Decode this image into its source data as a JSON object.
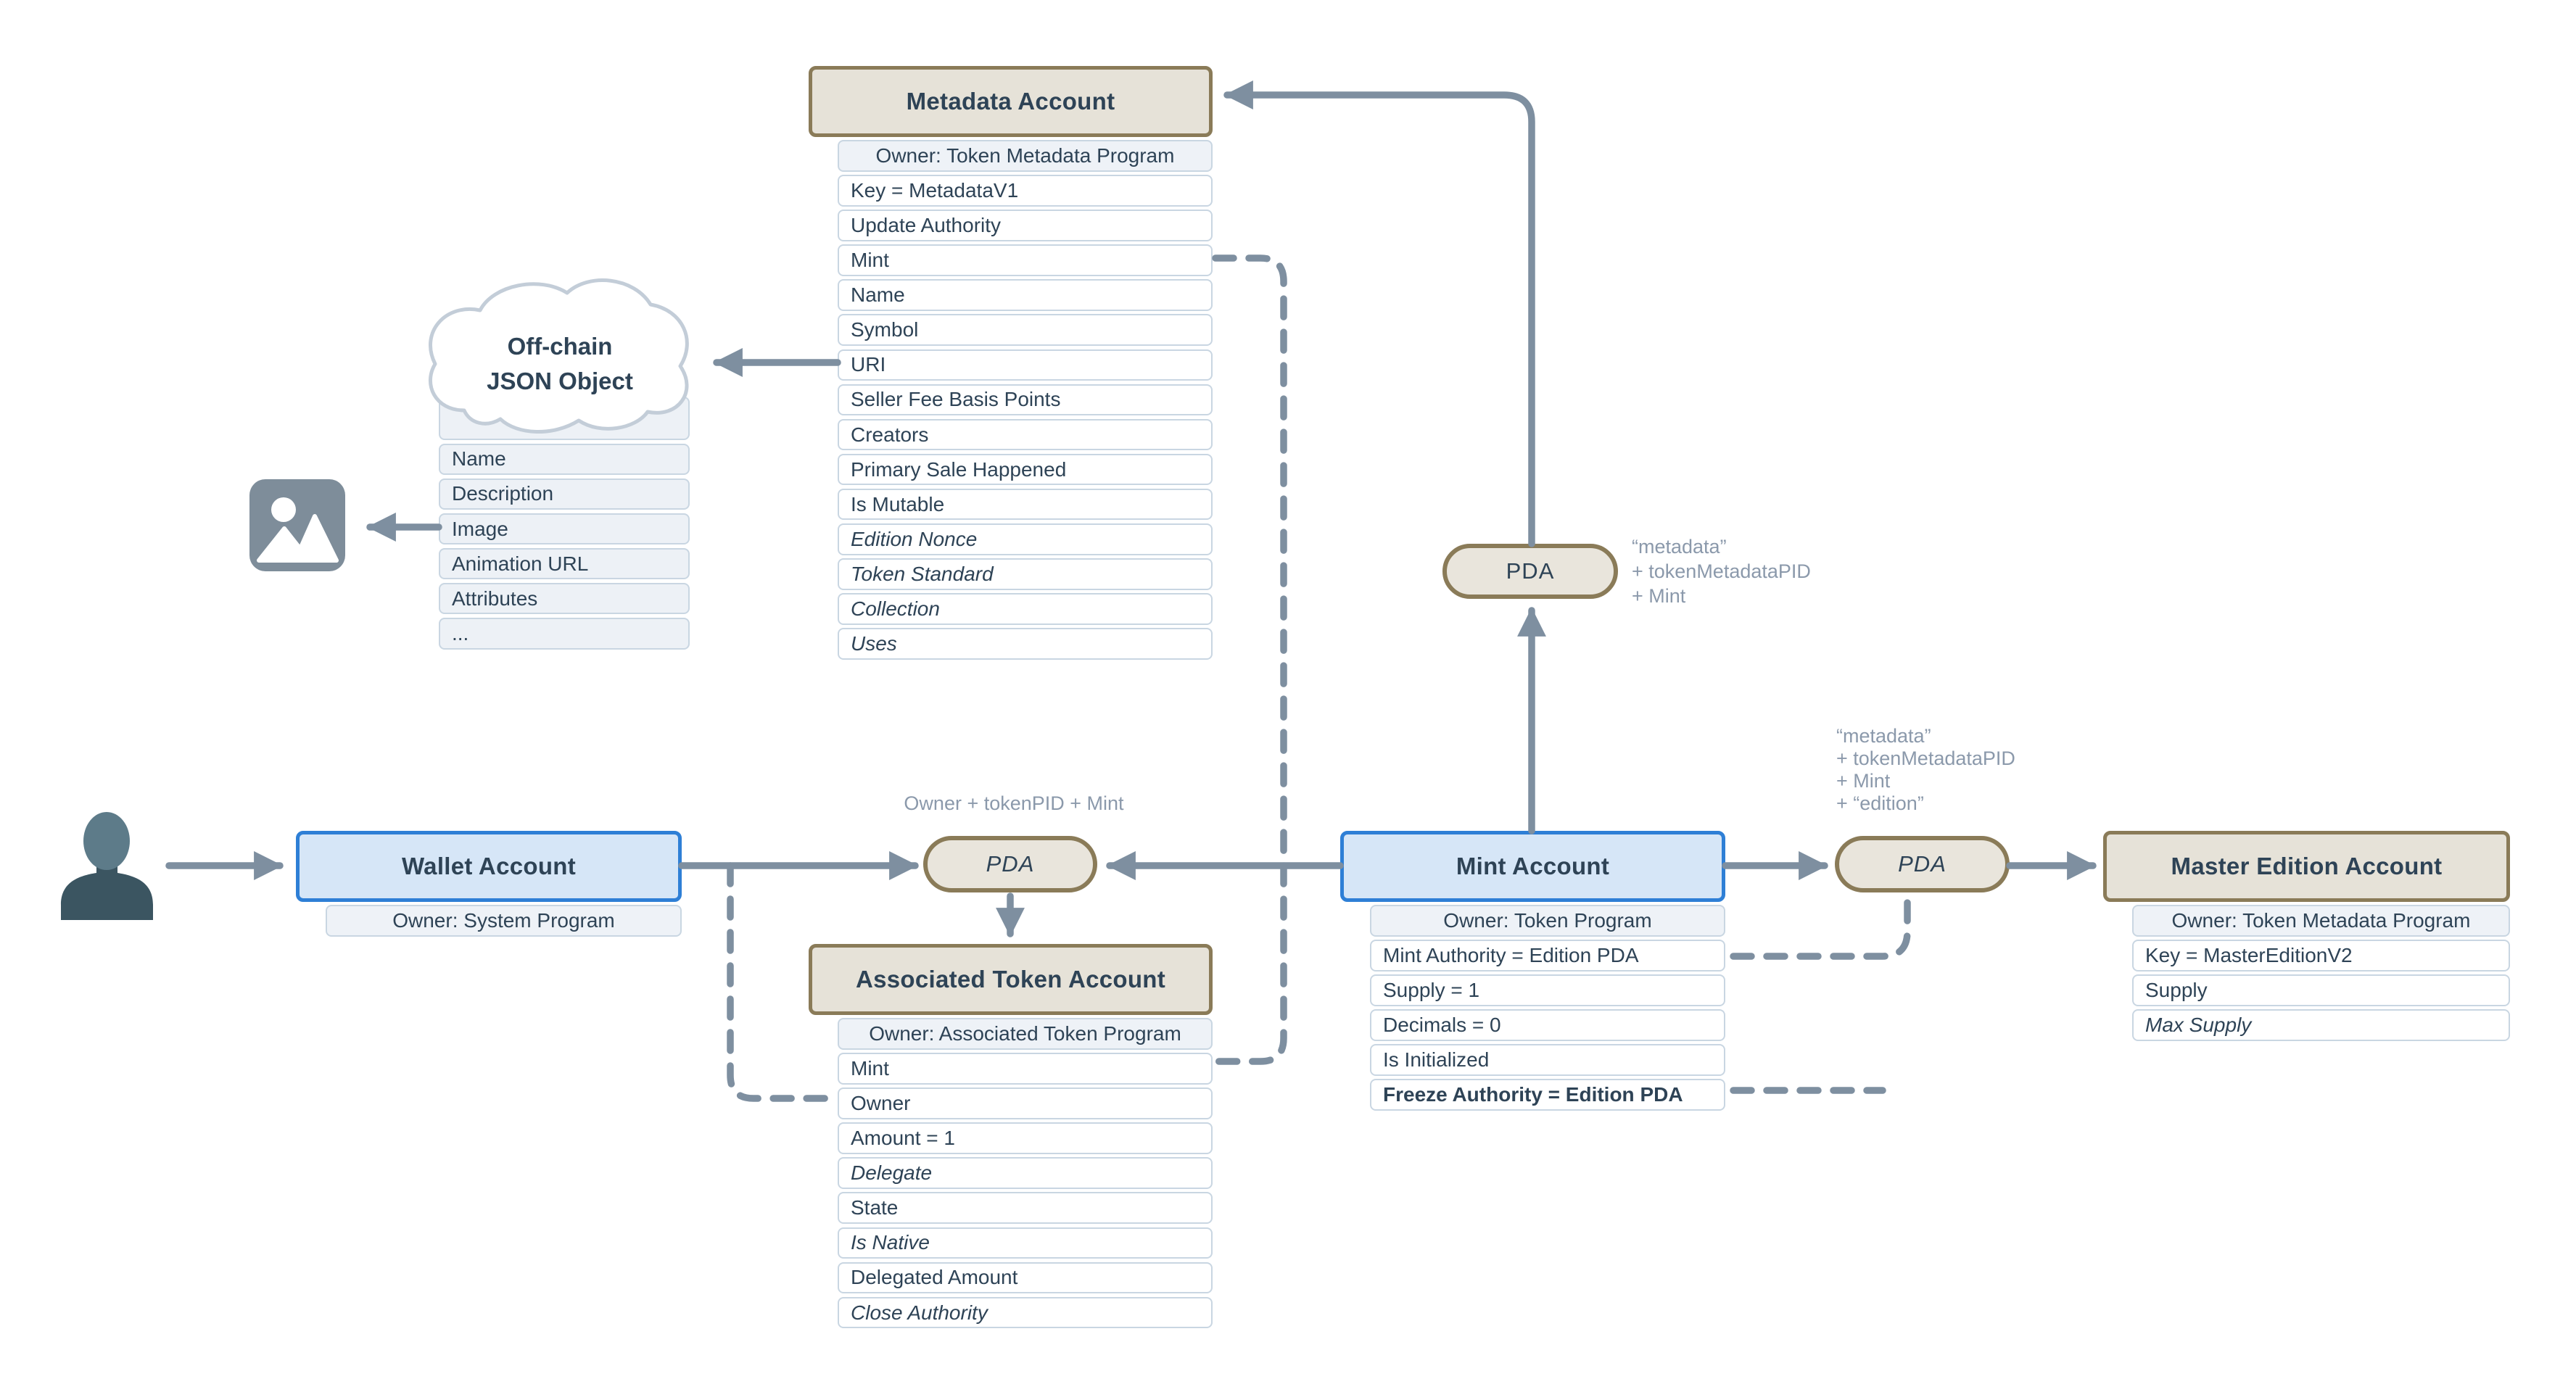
{
  "accounts": {
    "metadata": {
      "title": "Metadata Account",
      "owner": "Owner: Token Metadata Program",
      "fields": [
        "Key = MetadataV1",
        "Update Authority",
        "Mint",
        "Name",
        "Symbol",
        "URI",
        "Seller Fee Basis Points",
        "Creators",
        "Primary Sale Happened",
        "Is Mutable",
        "Edition Nonce",
        "Token Standard",
        "Collection",
        "Uses"
      ]
    },
    "wallet": {
      "title": "Wallet Account",
      "owner": "Owner: System Program"
    },
    "ata": {
      "title": "Associated Token Account",
      "owner": "Owner: Associated Token Program",
      "fields": [
        "Mint",
        "Owner",
        "Amount = 1",
        "Delegate",
        "State",
        "Is Native",
        "Delegated Amount",
        "Close Authority"
      ]
    },
    "mint": {
      "title": "Mint Account",
      "owner": "Owner: Token Program",
      "fields": [
        "Mint Authority = Edition PDA",
        "Supply = 1",
        "Decimals = 0",
        "Is Initialized",
        "Freeze Authority = Edition PDA"
      ]
    },
    "master_edition": {
      "title": "Master Edition Account",
      "owner": "Owner: Token Metadata Program",
      "fields": [
        "Key = MasterEditionV2",
        "Supply",
        "Max Supply"
      ]
    }
  },
  "off_chain": {
    "cloud_line1": "Off-chain",
    "cloud_line2": "JSON Object",
    "fields": [
      "Name",
      "Description",
      "Image",
      "Animation URL",
      "Attributes",
      "..."
    ]
  },
  "pdas": {
    "ata_pda": {
      "label": "PDA",
      "seed_label": "Owner + tokenPID + Mint"
    },
    "metadata_pda": {
      "label": "PDA",
      "seeds": [
        "“metadata”",
        "+ tokenMetadataPID",
        "+ Mint"
      ]
    },
    "edition_pda": {
      "label": "PDA",
      "seeds": [
        "“metadata”",
        "+ tokenMetadataPID",
        "+ Mint",
        "+ “edition”"
      ]
    }
  },
  "icons": {
    "user": "user-icon",
    "image": "image-icon"
  },
  "colors": {
    "tan_fill": "#e6e2d8",
    "tan_border": "#8a7b58",
    "blue_fill": "#d6e6f7",
    "blue_border": "#2e7fd6",
    "row_border": "#c9d6e2",
    "row_shaded": "#eef2f7",
    "text": "#2e4356",
    "arrow": "#7e8fa0",
    "seed_label": "#8b99ab",
    "cloud_stroke": "#c3cdd8",
    "image_icon": "#7e8d9a",
    "person_head": "#5d7b89",
    "person_body": "#3b5561"
  }
}
